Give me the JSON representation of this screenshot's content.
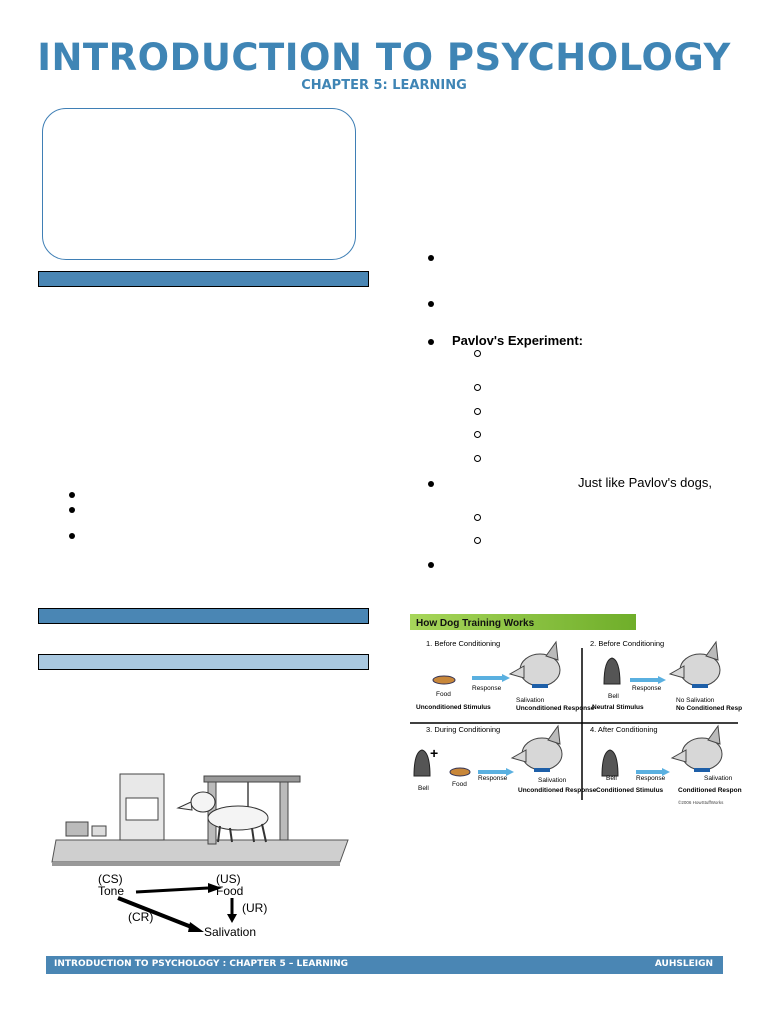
{
  "header": {
    "title": "INTRODUCTION TO PSYCHOLOGY",
    "subtitle": "CHAPTER 5: LEARNING"
  },
  "right_column": {
    "pavlov_heading": "Pavlov's Experiment:",
    "pavlov_dogs_text": "Just like Pavlov's dogs,"
  },
  "pavlov_apparatus": {
    "cs_label": "(CS)",
    "cs_term": "Tone",
    "us_label": "(US)",
    "us_term": "Food",
    "cr_label": "(CR)",
    "ur_label": "(UR)",
    "response_term": "Salivation"
  },
  "dog_training": {
    "banner": "How Dog Training Works",
    "panel1": {
      "title": "1. Before Conditioning",
      "stimulus_item": "Food",
      "arrow_label": "Response",
      "reaction": "Salivation",
      "stimulus_type": "Unconditioned Stimulus",
      "response_type": "Unconditioned Response"
    },
    "panel2": {
      "title": "2. Before Conditioning",
      "stimulus_item": "Bell",
      "arrow_label": "Response",
      "reaction": "No Salivation",
      "stimulus_type": "Neutral Stimulus",
      "response_type": "No Conditioned Response"
    },
    "panel3": {
      "title": "3. During Conditioning",
      "stimulus_item_1": "Bell",
      "stimulus_item_2": "Food",
      "arrow_label": "Response",
      "reaction": "Salivation",
      "response_type": "Unconditioned Response"
    },
    "panel4": {
      "title": "4. After Conditioning",
      "stimulus_item": "Bell",
      "arrow_label": "Response",
      "reaction": "Salivation",
      "stimulus_type": "Conditioned Stimulus",
      "response_type": "Conditioned Response"
    },
    "copyright": "©2006 HowStuffWorks"
  },
  "footer": {
    "left": "INTRODUCTION TO PSYCHOLOGY : CHAPTER 5 – LEARNING",
    "right": "AUHSLEIGN"
  },
  "colors": {
    "accent": "#3f85b5",
    "bar_dark": "#4a86b4",
    "bar_light": "#a9c8e0",
    "banner_green": "#8cc63f"
  }
}
